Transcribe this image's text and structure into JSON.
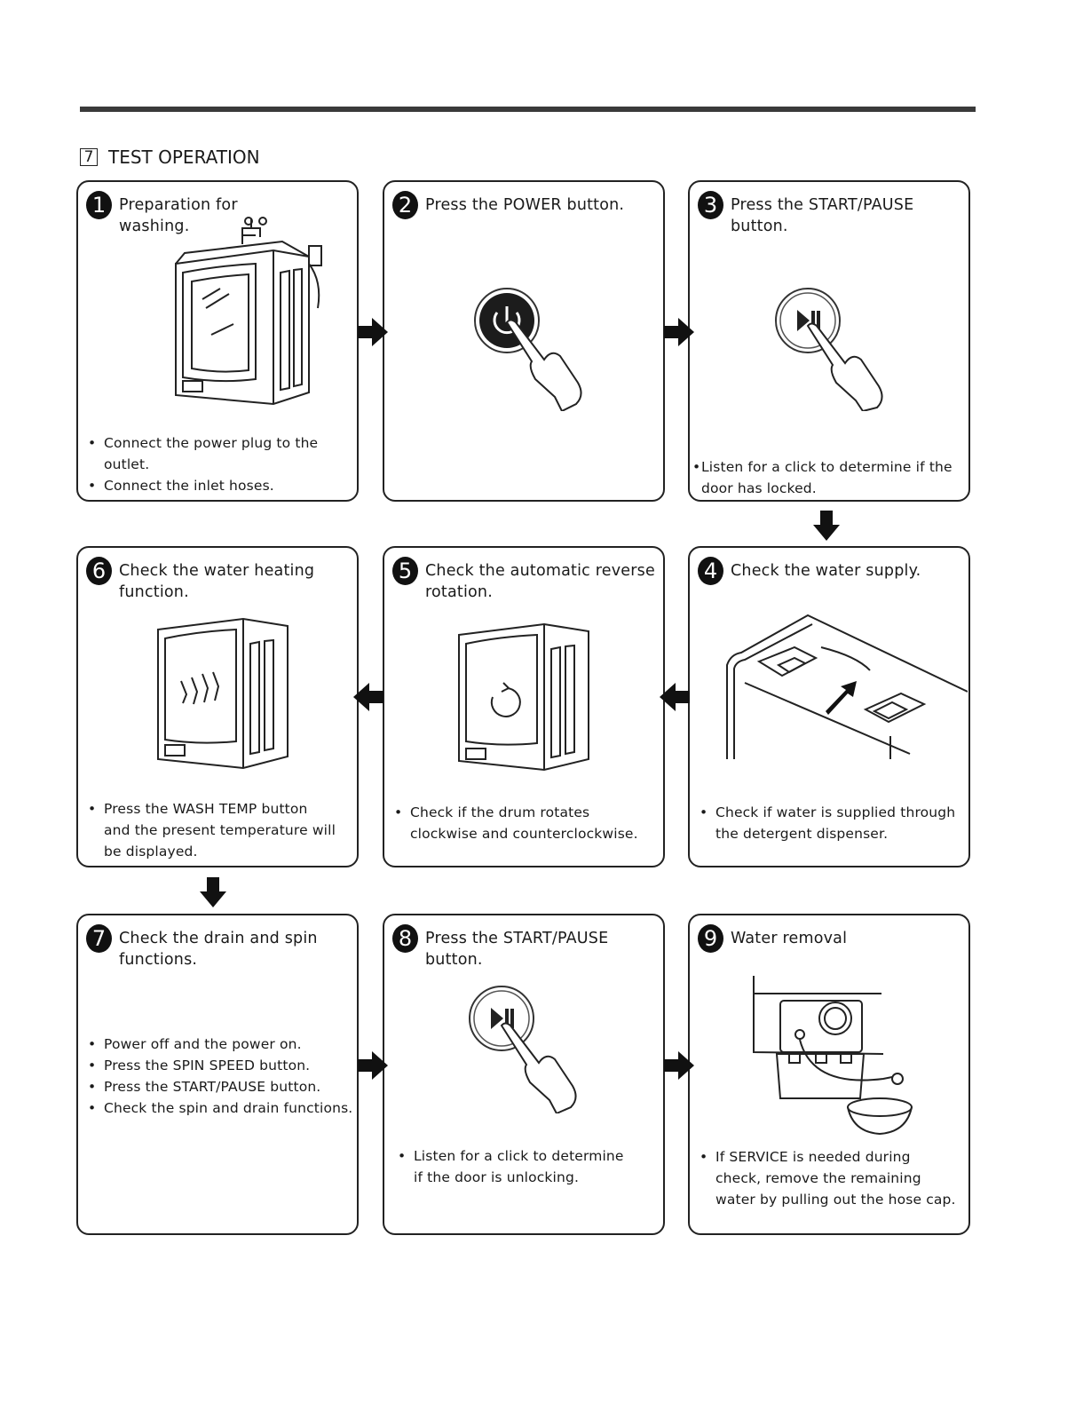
{
  "section": {
    "number": "7",
    "title": "TEST OPERATION"
  },
  "steps": [
    {
      "num": "1",
      "title": "Preparation for\nwashing.",
      "bullets": [
        "Connect the power plug to the\noutlet.",
        "Connect the inlet hoses."
      ]
    },
    {
      "num": "2",
      "title": "Press the POWER button.",
      "bullets": []
    },
    {
      "num": "3",
      "title": "Press the START/PAUSE\nbutton.",
      "bullets": [
        "Listen for a click to determine if the\ndoor has locked."
      ]
    },
    {
      "num": "4",
      "title": "Check the water supply.",
      "bullets": [
        "Check if water is supplied through\nthe detergent dispenser."
      ]
    },
    {
      "num": "5",
      "title": "Check the automatic reverse\nrotation.",
      "bullets": [
        "Check if the drum rotates\nclockwise and counterclockwise."
      ]
    },
    {
      "num": "6",
      "title": "Check the water heating\nfunction.",
      "bullets": [
        "Press the WASH TEMP button\nand  the present temperature will\nbe displayed."
      ]
    },
    {
      "num": "7",
      "title": "Check the drain and spin\nfunctions.",
      "bullets": [
        "Power off and the power on.",
        "Press the SPIN SPEED button.",
        "Press the START/PAUSE button.",
        "Check the spin and drain functions."
      ]
    },
    {
      "num": "8",
      "title": "Press the START/PAUSE\nbutton.",
      "bullets": [
        "Listen for a click to determine\nif the door is unlocking."
      ]
    },
    {
      "num": "9",
      "title": "Water removal",
      "bullets": [
        "If SERVICE is needed during\ncheck, remove the remaining\nwater by pulling out the hose cap."
      ]
    }
  ],
  "icons": {
    "power": "power-button-icon",
    "start_pause": "start-pause-button-icon",
    "hand": "pressing-hand-icon",
    "washer": "washing-machine-icon",
    "flow_arrow": "flow-arrow-icon"
  },
  "colors": {
    "ink": "#1a1a1a",
    "rule": "#3a3a3a",
    "background": "#ffffff"
  }
}
